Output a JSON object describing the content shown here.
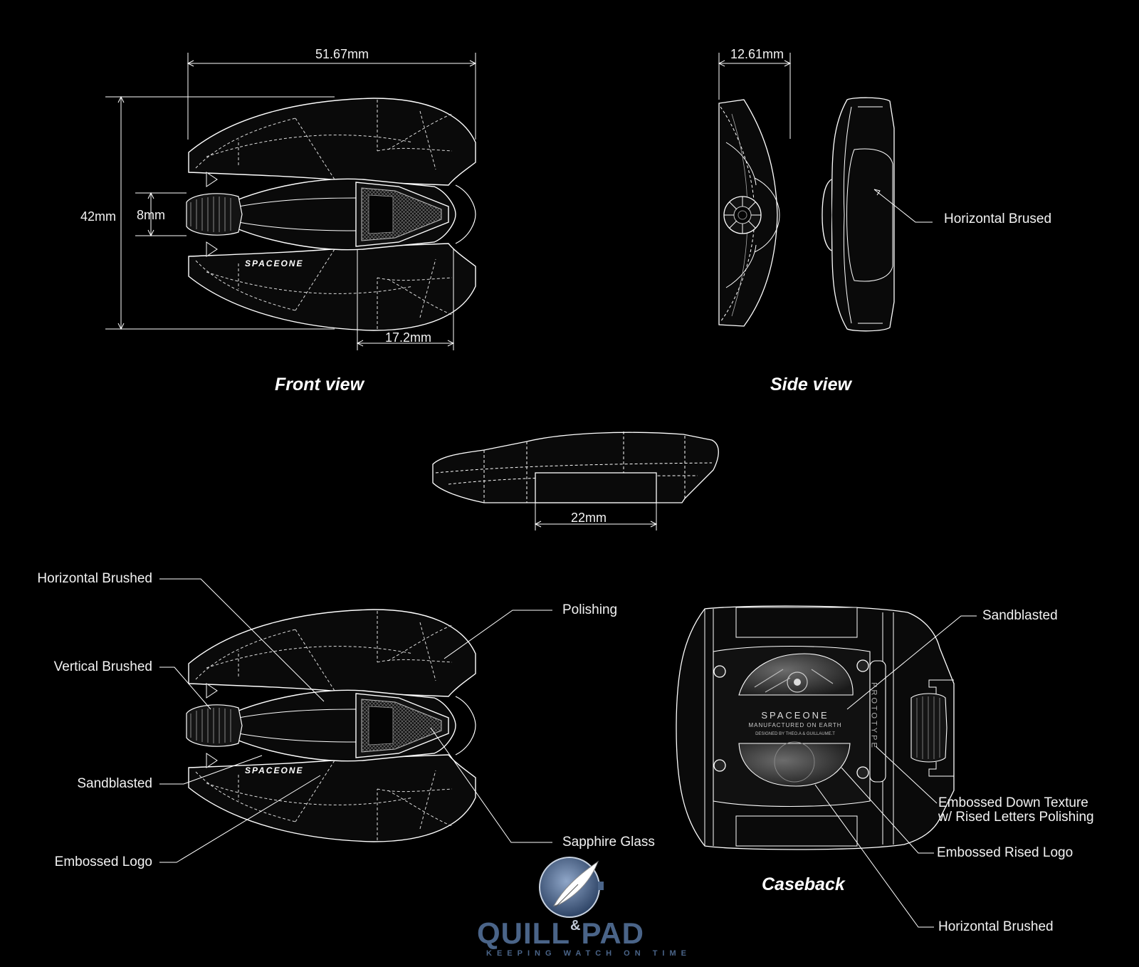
{
  "dimensions": {
    "width_top": "51.67mm",
    "height_left": "42mm",
    "crown": "8mm",
    "glass": "17.2mm",
    "side_thickness": "12.61mm",
    "lug": "22mm"
  },
  "views": {
    "front": "Front view",
    "side": "Side view",
    "caseback": "Caseback"
  },
  "side_callouts": {
    "horizontal_brushed": "Horizontal Brused"
  },
  "front_callouts": {
    "horizontal_brushed": "Horizontal Brushed",
    "vertical_brushed": "Vertical Brushed",
    "sandblasted": "Sandblasted",
    "embossed_logo": "Embossed Logo",
    "polishing": "Polishing",
    "sapphire_glass": "Sapphire Glass"
  },
  "caseback_callouts": {
    "sandblasted": "Sandblasted",
    "embossed_down_texture_1": "Embossed Down Texture",
    "embossed_down_texture_2": "w/ Rised Letters Polishing",
    "embossed_rised_logo": "Embossed Rised Logo",
    "horizontal_brushed": "Horizontal Brushed"
  },
  "brand_mark": "SPACEONE",
  "caseback_text": {
    "line1": "SPACEONE",
    "line2": "MANUFACTURED ON EARTH",
    "line3": "DESIGNED BY THEO.A & GUILLAUME.T",
    "vertical": "PROTOTYPE"
  },
  "watermark": {
    "name_left": "QUILL",
    "amp": "&",
    "name_right": "PAD",
    "tagline": "KEEPING WATCH ON TIME"
  },
  "colors": {
    "background": "#000000",
    "lines": "#ffffff",
    "logo_blue": "#4a6488"
  }
}
